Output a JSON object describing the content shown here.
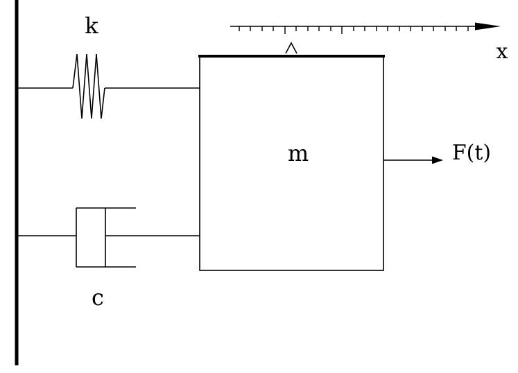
{
  "diagram": {
    "labels": {
      "spring": "k",
      "mass": "m",
      "damper": "c",
      "force": "F(t)",
      "displacement": "x"
    },
    "colors": {
      "line": "#000000",
      "background": "#ffffff"
    }
  }
}
